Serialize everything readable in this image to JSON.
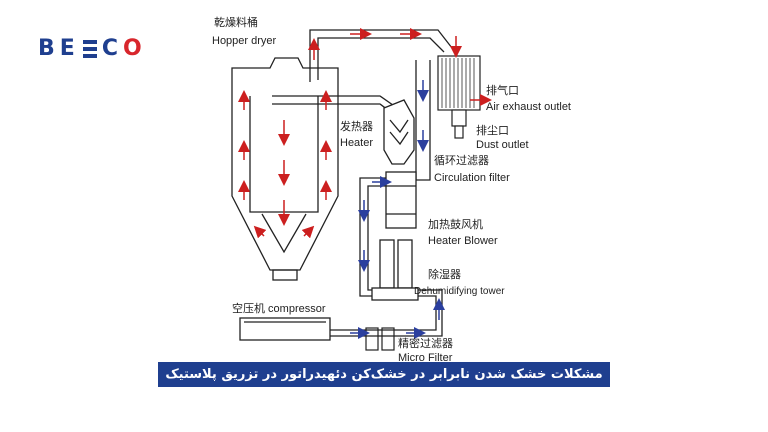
{
  "brand": {
    "letters": [
      "B",
      "E",
      "C",
      "O"
    ],
    "primary_color": "#1f3f8f",
    "accent_color": "#d8262c"
  },
  "diagram": {
    "hopper_dryer": {
      "cn": "乾燥料桶",
      "en": "Hopper dryer"
    },
    "air_exhaust": {
      "cn": "排气口",
      "en": "Air exhaust outlet"
    },
    "dust_outlet": {
      "cn": "排尘口",
      "en": "Dust outlet"
    },
    "heater": {
      "cn": "发热器",
      "en": "Heater"
    },
    "circulation_filter": {
      "cn": "循环过滤器",
      "en": "Circulation filter"
    },
    "heater_blower": {
      "cn": "加热鼓风机",
      "en": "Heater Blower"
    },
    "dehumidifying_tower": {
      "cn": "除湿器",
      "en": "Dehumidifying tower"
    },
    "compressor": {
      "label": "空压机 compressor"
    },
    "micro_filter": {
      "cn": "精密过滤器",
      "en": "Micro Filter"
    },
    "colors": {
      "hot_air": "#cc1f1f",
      "return_air": "#2b3f9e",
      "line": "#222222"
    }
  },
  "caption": "مشکلات خشک شدن نابرابر در خشک‌کن دئهیدراتور در تزریق پلاستیک"
}
